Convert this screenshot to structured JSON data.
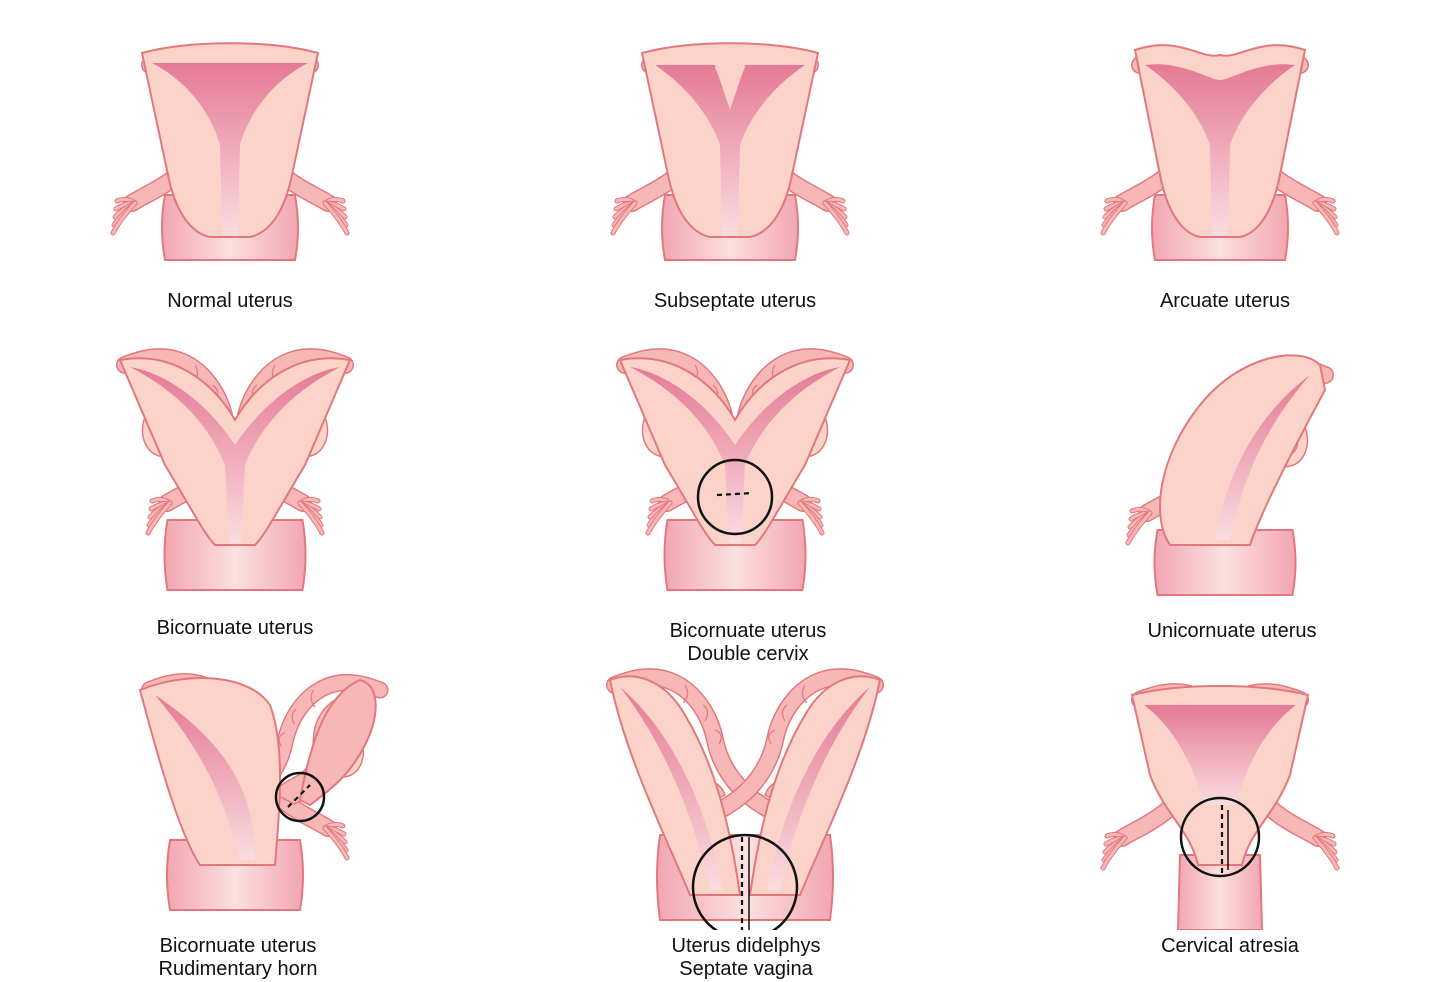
{
  "colors": {
    "tissue": "#fbd3c8",
    "outline": "#e2787e",
    "inner_dark": "#e57a95",
    "inner_light": "#fadce0",
    "tube": "#f7b7b6",
    "marker": "#111111"
  },
  "panels": [
    {
      "id": "normal",
      "variant": "normal",
      "caption": [
        "Normal uterus"
      ]
    },
    {
      "id": "subseptate",
      "variant": "subseptate",
      "caption": [
        "Subseptate uterus"
      ]
    },
    {
      "id": "arcuate",
      "variant": "arcuate",
      "caption": [
        "Arcuate uterus"
      ]
    },
    {
      "id": "bicornuate",
      "variant": "bicornuate",
      "caption": [
        "Bicornuate uterus"
      ]
    },
    {
      "id": "bicornuate-double",
      "variant": "bicornuate2",
      "caption": [
        "Bicornuate uterus",
        "Double cervix"
      ]
    },
    {
      "id": "unicornuate",
      "variant": "unicornuate",
      "caption": [
        "Unicornuate uterus"
      ]
    },
    {
      "id": "rudimentary",
      "variant": "rudimentary",
      "caption": [
        "Bicornuate uterus",
        "Rudimentary horn"
      ]
    },
    {
      "id": "didelphys",
      "variant": "didelphys",
      "caption": [
        "Uterus didelphys",
        "Septate vagina"
      ]
    },
    {
      "id": "atresia",
      "variant": "atresia",
      "caption": [
        "Cervical atresia"
      ]
    }
  ]
}
